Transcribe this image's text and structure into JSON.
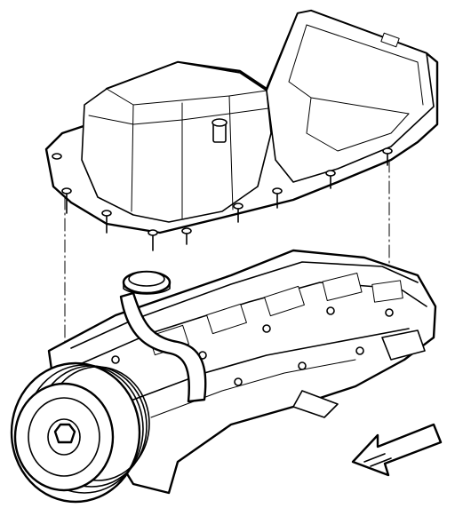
{
  "figure": {
    "kind": "exploded line illustration",
    "parts": [
      "oil-pan",
      "engine-block",
      "crankshaft-pulley",
      "oil-fill-tube",
      "pan-bolts",
      "alignment-guide-lines"
    ],
    "icons": {
      "direction_arrow": "front-direction-arrow-icon"
    },
    "colors": {
      "line": "#000000",
      "background": "#ffffff"
    }
  }
}
